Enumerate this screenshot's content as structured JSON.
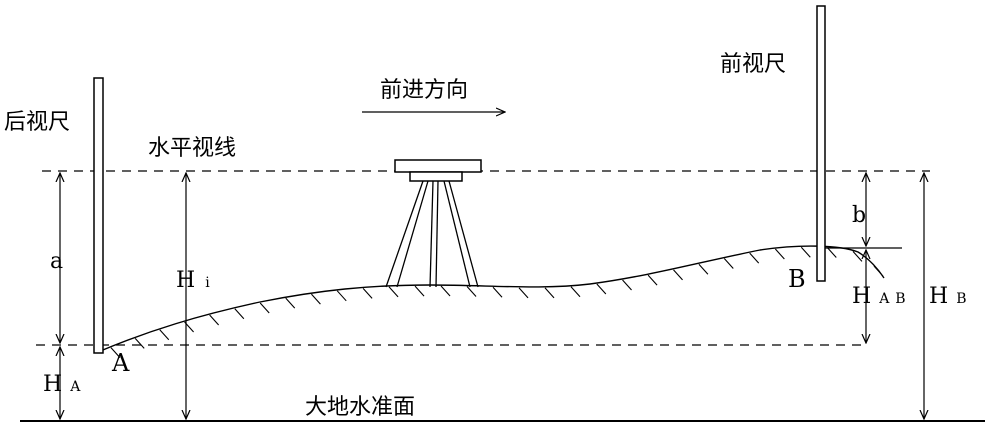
{
  "labels": {
    "backsight": "后视尺",
    "foresight": "前视尺",
    "direction": "前进方向",
    "line_of_sight": "水平视线",
    "datum": "大地水准面",
    "point_a": "A",
    "point_b": "B",
    "reading_a": "a",
    "reading_b": "b",
    "height_instrument": "H",
    "height_instrument_sub": "i",
    "height_a": "H",
    "height_a_sub": "A",
    "height_ab": "H",
    "height_ab_sub": "AB",
    "height_b": "H",
    "height_b_sub": "B"
  },
  "colors": {
    "ink": "#000000",
    "background": "#ffffff"
  }
}
